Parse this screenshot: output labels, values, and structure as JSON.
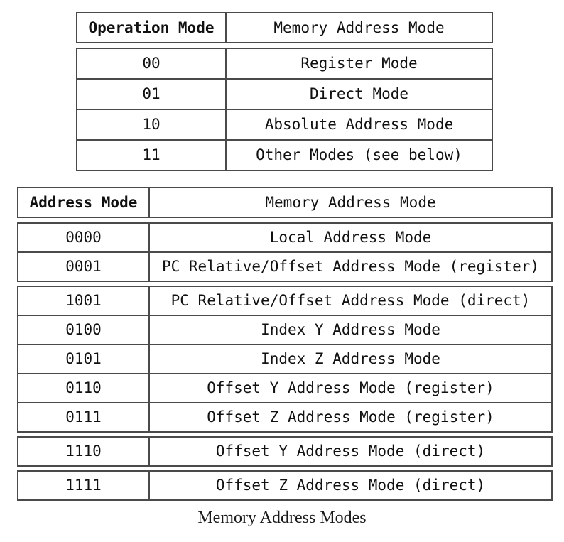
{
  "caption": "Memory Address Modes",
  "colors": {
    "background": "#ffffff",
    "border": "#4a4a4a",
    "text": "#111111"
  },
  "operation_table": {
    "header": {
      "col1": "Operation Mode",
      "col2": "Memory Address Mode"
    },
    "row_groups": [
      [
        {
          "code": "00",
          "mode": "Register Mode"
        },
        {
          "code": "01",
          "mode": "Direct Mode"
        },
        {
          "code": "10",
          "mode": "Absolute Address Mode"
        },
        {
          "code": "11",
          "mode": "Other Modes (see below)"
        }
      ]
    ]
  },
  "address_table": {
    "header": {
      "col1": "Address Mode",
      "col2": "Memory Address Mode"
    },
    "row_groups": [
      [
        {
          "code": "0000",
          "mode": "Local Address Mode"
        },
        {
          "code": "0001",
          "mode": "PC Relative/Offset Address Mode (register)"
        }
      ],
      [
        {
          "code": "1001",
          "mode": "PC Relative/Offset Address Mode (direct)"
        },
        {
          "code": "0100",
          "mode": "Index Y Address Mode"
        },
        {
          "code": "0101",
          "mode": "Index Z Address Mode"
        },
        {
          "code": "0110",
          "mode": "Offset Y Address Mode (register)"
        },
        {
          "code": "0111",
          "mode": "Offset Z Address Mode (register)"
        }
      ],
      [
        {
          "code": "1110",
          "mode": "Offset Y Address Mode (direct)"
        }
      ],
      [
        {
          "code": "1111",
          "mode": "Offset Z Address Mode (direct)"
        }
      ]
    ]
  }
}
